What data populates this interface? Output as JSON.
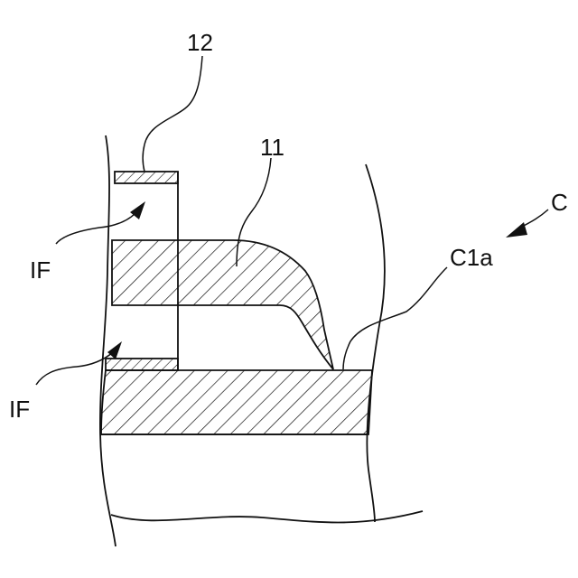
{
  "labels": {
    "part_12": "12",
    "part_11": "11",
    "assembly_c": "C",
    "surface_c1a": "C1a",
    "if_upper": "IF",
    "if_lower": "IF"
  },
  "colors": {
    "stroke": "#111111",
    "background": "#ffffff"
  }
}
